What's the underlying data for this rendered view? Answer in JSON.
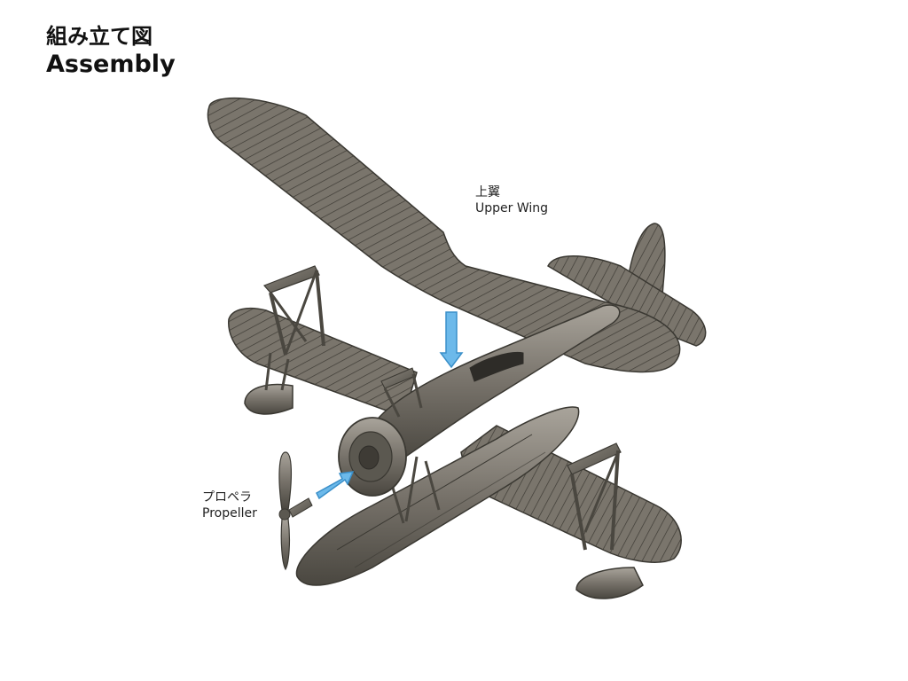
{
  "title": {
    "ja": "組み立て図",
    "en": "Assembly"
  },
  "labels": {
    "upper_wing": {
      "ja": "上翼",
      "en": "Upper Wing"
    },
    "propeller": {
      "ja": "プロペラ",
      "en": "Propeller"
    }
  },
  "colors": {
    "metal_dark": "#4a4740",
    "metal_mid": "#77726a",
    "metal_light": "#a9a49b",
    "rib_line": "#3a3832",
    "arrow_fill": "#6cb9ea",
    "arrow_stroke": "#3a8fc9"
  }
}
